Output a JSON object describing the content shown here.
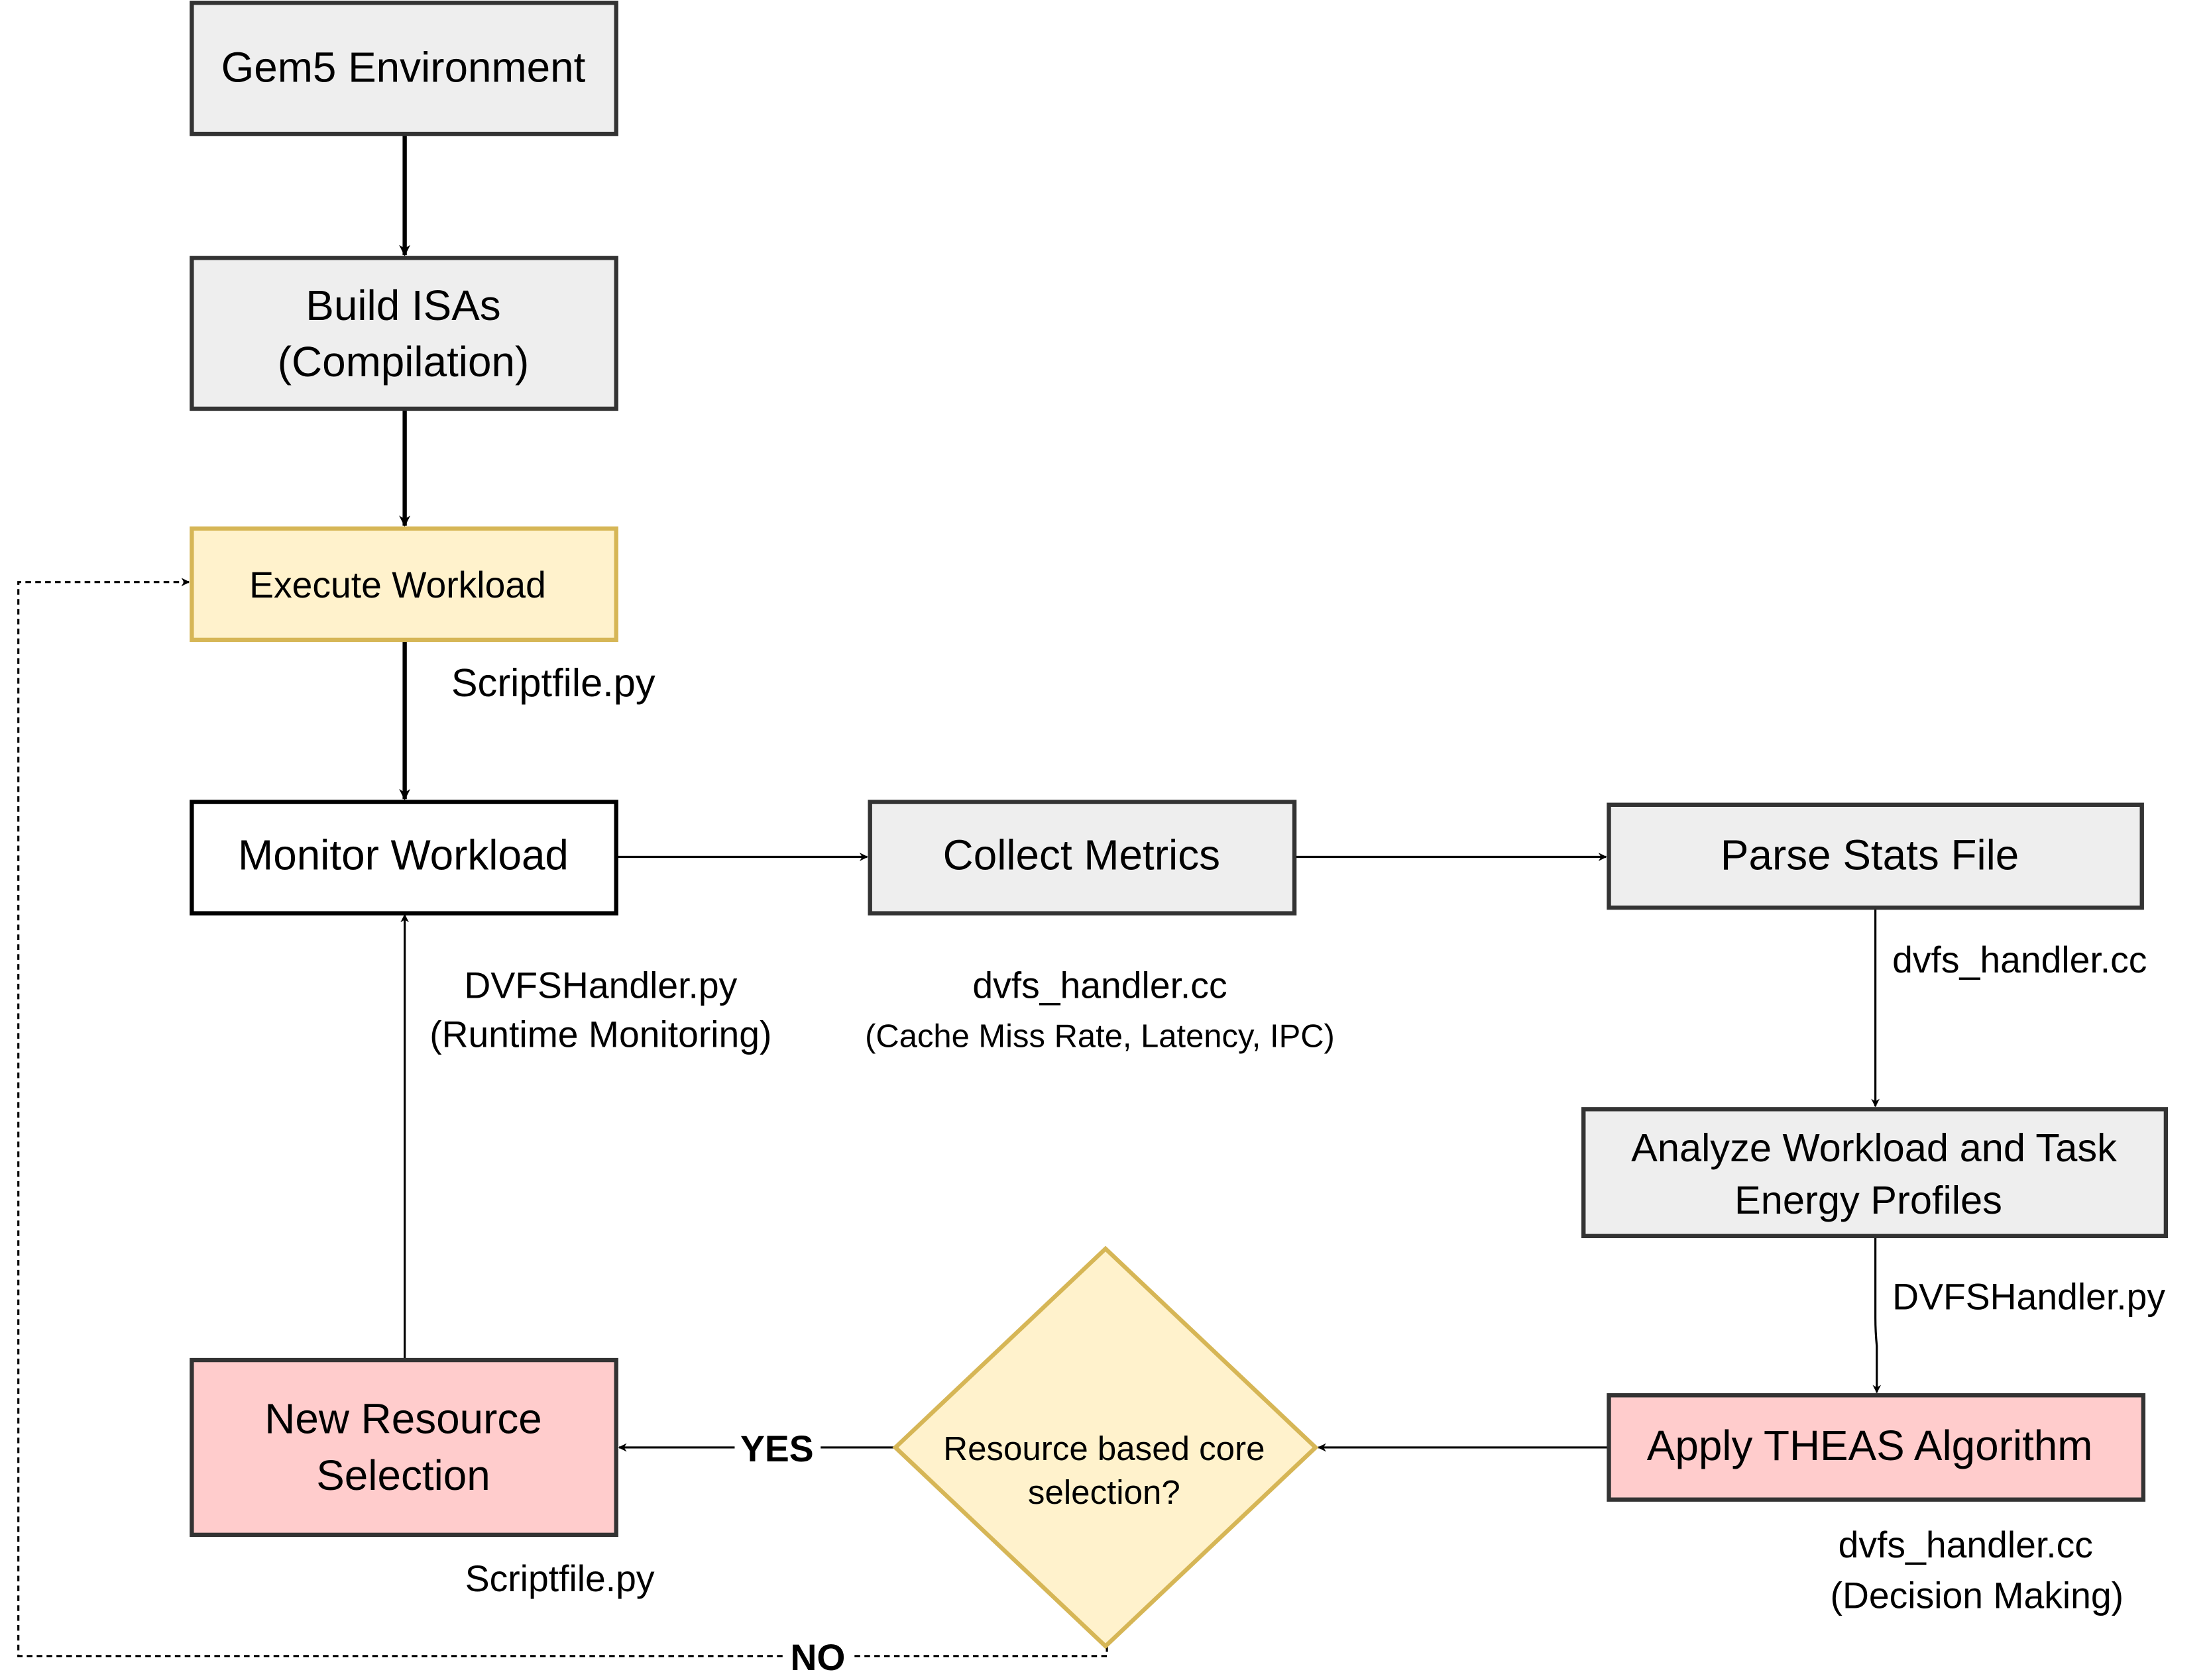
{
  "nodes": {
    "gem5_environment": {
      "label": "Gem5 Environment"
    },
    "build_isas": {
      "line1": "Build ISAs",
      "line2": "(Compilation)"
    },
    "execute_workload": {
      "label": "Execute Workload"
    },
    "monitor_workload": {
      "label": "Monitor Workload"
    },
    "collect_metrics": {
      "label": "Collect Metrics"
    },
    "parse_stats_file": {
      "label": "Parse Stats File"
    },
    "analyze_workload": {
      "line1": "Analyze Workload and Task",
      "line2": "Energy Profiles"
    },
    "apply_theas": {
      "label": "Apply THEAS Algorithm"
    },
    "decision": {
      "line1": "Resource based core",
      "line2": "selection?"
    },
    "new_resource_selection": {
      "line1": "New Resource",
      "line2": "Selection"
    }
  },
  "annotations": {
    "scriptfile_execute": "Scriptfile.py",
    "dvfshandler_monitor_line1": "DVFSHandler.py",
    "dvfshandler_monitor_line2": "(Runtime Monitoring)",
    "dvfs_handler_metrics_line1": "dvfs_handler.cc",
    "dvfs_handler_metrics_line2": "(Cache Miss Rate, Latency, IPC)",
    "dvfs_handler_parse": "dvfs_handler.cc",
    "dvfshandler_analyze": "DVFSHandler.py",
    "dvfs_handler_theas_line1": "dvfs_handler.cc",
    "dvfs_handler_theas_line2": "(Decision Making)",
    "scriptfile_new_resource": "Scriptfile.py"
  },
  "edge_labels": {
    "yes": "YES",
    "no": "NO"
  },
  "colors": {
    "grey_fill": "#eeeeee",
    "yellow_fill": "#fff2cc",
    "yellow_stroke": "#d6b656",
    "pink_fill": "#ffcccc",
    "box_stroke": "#333333",
    "white_fill": "#ffffff"
  }
}
